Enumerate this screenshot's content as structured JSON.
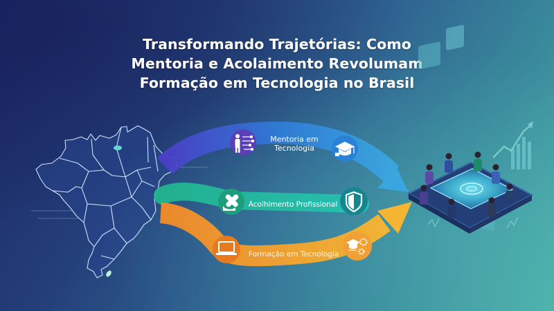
{
  "title": {
    "lines": [
      "Transformando Trajetórias: Como",
      "Mentoria e Acolaimento Revolumam",
      "Formação em Tecnologia no Brasil"
    ]
  },
  "paths": [
    {
      "label_line1": "Mentoria em",
      "label_line2": "Tecnologia",
      "color": "#3f6fd6",
      "start_icon": "mentor-presentation-icon",
      "end_icon": "graduation-cap-icon"
    },
    {
      "label": "Acolhimento Profissional",
      "color": "#1fb59a",
      "start_icon": "handshake-icon",
      "end_icon": "shield-icon"
    },
    {
      "label": "Formação em Tecnologia",
      "color": "#f29a2e",
      "start_icon": "laptop-icon",
      "end_icon": "graduation-gears-icon"
    }
  ],
  "map": {
    "name": "brazil-map"
  },
  "scene": {
    "name": "team-meeting-table"
  },
  "colors": {
    "background_start": "#1c2866",
    "background_end": "#4eb0aa",
    "blue_path": "#3f6fd6",
    "green_path": "#1fb59a",
    "orange_path": "#f29a2e"
  }
}
